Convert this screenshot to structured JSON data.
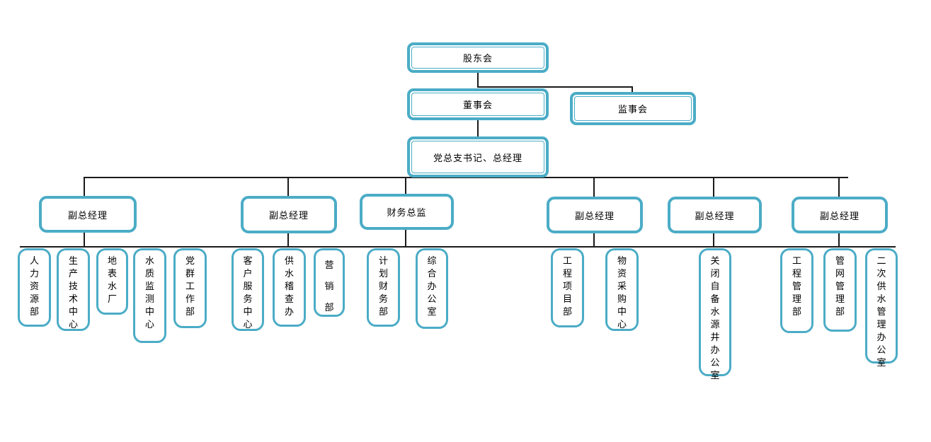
{
  "colors": {
    "box_border": "#4BACC6",
    "box_fill": "#FFFFFF",
    "connector": "#1A1A1A",
    "text": "#000000"
  },
  "tree": {
    "shareholders": "股东会",
    "board": "董事会",
    "supervisory": "监事会",
    "gm": "党总支书记、总经理",
    "executives": [
      {
        "label": "副总经理",
        "departments": [
          "人力资源部",
          "生产技术中心",
          "地表水厂",
          "水质监测中心",
          "党群工作部"
        ]
      },
      {
        "label": "副总经理",
        "departments": [
          "客户服务中心",
          "供水稽查办",
          "营销部"
        ]
      },
      {
        "label": "财务总监",
        "departments": [
          "计划财务部",
          "综合办公室"
        ]
      },
      {
        "label": "副总经理",
        "departments": [
          "工程项目部",
          "物资采购中心"
        ]
      },
      {
        "label": "副总经理",
        "departments": [
          "关闭自备水源井办公室"
        ]
      },
      {
        "label": "副总经理",
        "departments": [
          "工程管理部",
          "管网管理部",
          "二次供水管理办公室"
        ]
      }
    ]
  }
}
